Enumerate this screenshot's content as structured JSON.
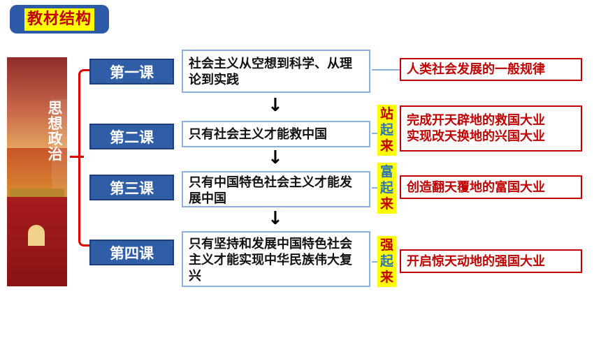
{
  "header": {
    "title": "教材结构"
  },
  "book_cover": {
    "title": "思想政治"
  },
  "lessons": [
    {
      "label": "第一课",
      "content": "社会主义从空想到科学、从理论到实践",
      "result": "人类社会发展的一般规律"
    },
    {
      "label": "第二课",
      "content": "只有社会主义才能救中国",
      "result": "完成开天辟地的救国大业\n实现改天换地的兴国大业"
    },
    {
      "label": "第三课",
      "content": "只有中国特色社会主义才能发展中国",
      "result": "创造翻天覆地的富国大业"
    },
    {
      "label": "第四课",
      "content": "只有坚持和发展中国特色社会主义才能实现中华民族伟大复兴",
      "result": "开启惊天动地的强国大业"
    }
  ],
  "stages": [
    {
      "char1": "站",
      "char2": "起",
      "char3": "来"
    },
    {
      "char1": "富",
      "char2": "起",
      "char3": "来"
    },
    {
      "char1": "强",
      "char2": "起",
      "char3": "来"
    }
  ],
  "arrows": {
    "glyph": "↓"
  }
}
